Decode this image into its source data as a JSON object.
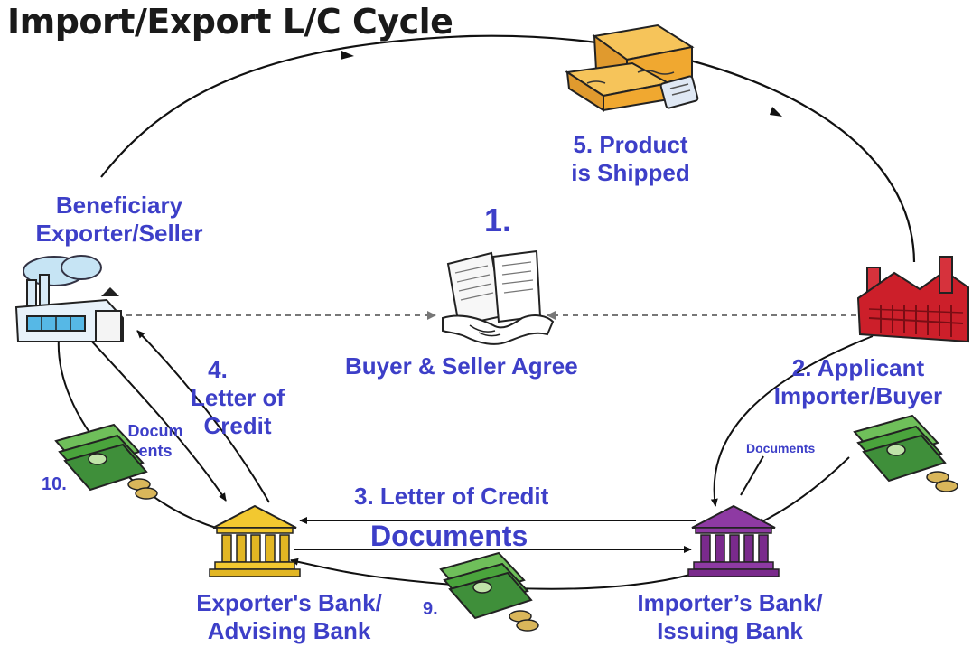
{
  "title": "Import/Export L/C Cycle",
  "labels": {
    "product_shipped_line1": "5. Product",
    "product_shipped_line2": "is Shipped",
    "beneficiary_line1": "Beneficiary",
    "beneficiary_line2": "Exporter/Seller",
    "step1": "1.",
    "agree": "Buyer & Seller Agree",
    "applicant_line1": "2. Applicant",
    "applicant_line2": "Importer/Buyer",
    "loc4_line1": "4.",
    "loc4_line2": "Letter of",
    "loc4_line3": "Credit",
    "docs_left_line1": "Docum",
    "docs_left_line2": "ents",
    "docs_right": "Documents",
    "step10": "10.",
    "loc3": "3. Letter of Credit",
    "documents_center": "Documents",
    "step9": "9.",
    "exporter_bank_line1": "Exporter's Bank/",
    "exporter_bank_line2": "Advising Bank",
    "importer_bank_line1": "Importer’s Bank/",
    "importer_bank_line2": "Issuing Bank"
  },
  "colors": {
    "label": "#3d3fc8",
    "exporter_bank": "#e2b623",
    "importer_bank": "#7a2a8c",
    "factory_importer": "#cc1f2a",
    "money": "#3f8f3a",
    "boxes": "#f0a830"
  },
  "icons": {
    "boxes": "shipping-boxes-icon",
    "exporter_factory": "exporter-factory-icon",
    "importer_factory": "importer-factory-icon",
    "handshake": "handshake-contract-icon",
    "exporter_bank": "exporter-bank-building-icon",
    "importer_bank": "importer-bank-building-icon",
    "money": "money-stack-icon"
  }
}
